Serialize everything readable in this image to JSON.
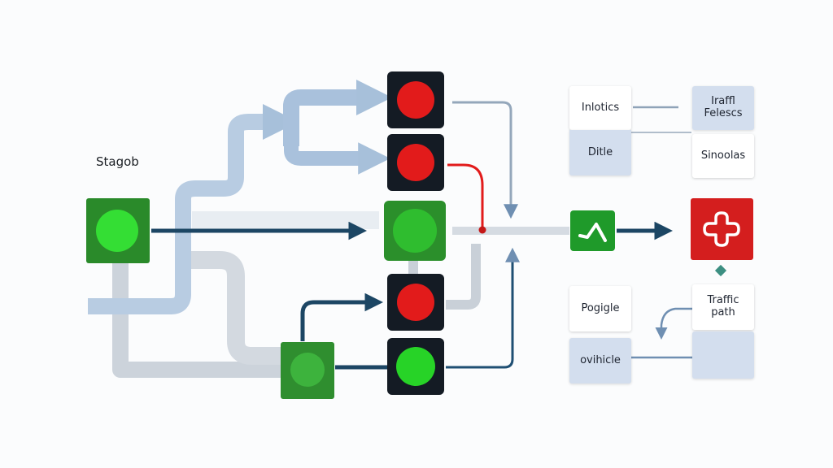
{
  "title": "Stagob",
  "nodes": {
    "source": {
      "state": "green",
      "color": "#2a8a2a"
    },
    "junction": {
      "state": "green",
      "color": "#2f8e2f"
    },
    "lights": [
      {
        "id": "top-1",
        "state": "red"
      },
      {
        "id": "top-2",
        "state": "red"
      },
      {
        "id": "mid",
        "state": "green"
      },
      {
        "id": "low-1",
        "state": "red"
      },
      {
        "id": "low-2",
        "state": "green"
      }
    ],
    "check": {
      "icon": "check-icon",
      "color": "#1f9a2a"
    },
    "alert": {
      "icon": "cross-icon",
      "color": "#d41e1e"
    }
  },
  "boxes": {
    "intotics": "Inlotics",
    "dite": "Ditle",
    "traffic_releases": "Iraffl\nFelescs",
    "sinoolas": "Sinoolas",
    "pogigle": "Pogigle",
    "traffic_path": "Traffic\npath",
    "ovihicle": "ovihicle"
  },
  "colors": {
    "navy": "#1c4664",
    "light_blue": "#a7c0da",
    "grey": "#c9d0d8",
    "red": "#e21b1b",
    "green": "#27d327"
  }
}
